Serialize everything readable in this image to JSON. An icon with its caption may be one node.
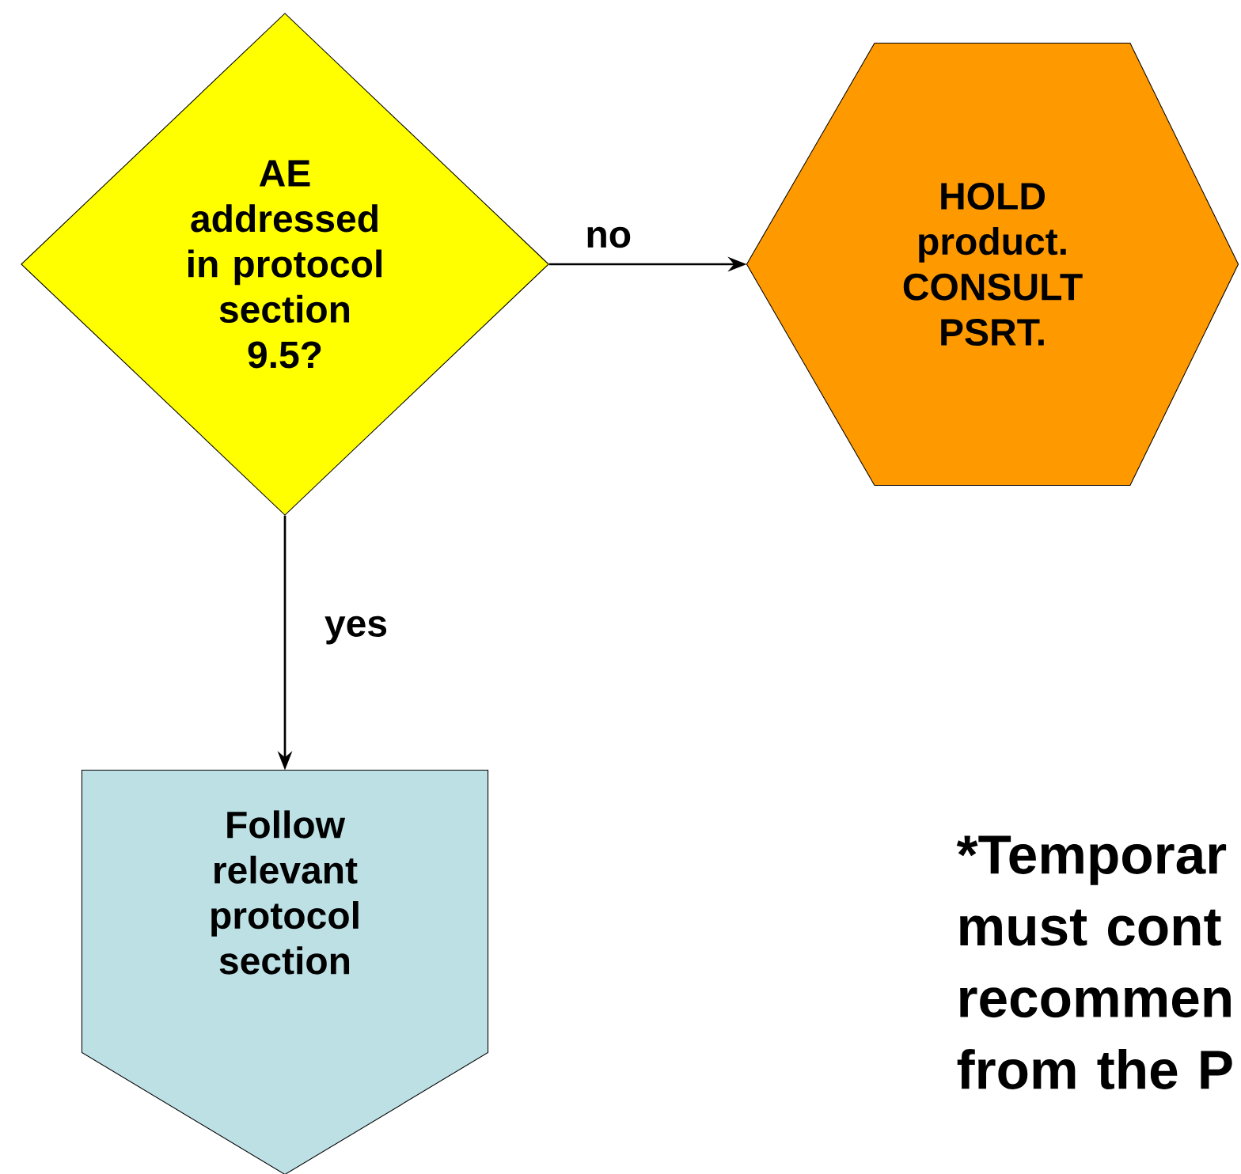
{
  "diagram": {
    "nodes": [
      {
        "text": [
          "AE addressed in protocol section 9.5?"
        ]
      },
      {
        "text": [
          "HOLD product. CONSULT PSRT."
        ]
      },
      {
        "text": [
          "Follow relevant protocol section"
        ]
      }
    ],
    "edges": [
      {
        "from": 0,
        "to": 1,
        "arrow": "to",
        "label": "no"
      },
      {
        "from": 0,
        "to": 2,
        "arrow": "to",
        "label": "yes"
      }
    ],
    "labels": [
      "*Temporar must cont recommen from the P"
    ]
  }
}
